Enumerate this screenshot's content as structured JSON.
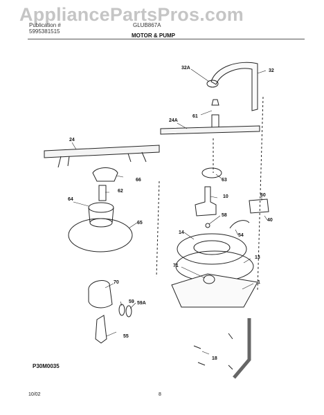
{
  "header": {
    "watermark": "AppliancePartsPros.com",
    "publication_label": "Publication #",
    "publication_number": "5995381515",
    "model": "GLUB867A",
    "section_title": "MOTOR & PUMP"
  },
  "parts": [
    "32A",
    "32",
    "61",
    "24A",
    "24",
    "66",
    "63",
    "62",
    "10",
    "60",
    "64",
    "65",
    "58",
    "54",
    "40",
    "14",
    "13",
    "71",
    "1",
    "70",
    "59",
    "59A",
    "55",
    "18"
  ],
  "figure_code": "P30M0035",
  "footer": {
    "date": "10/02",
    "page": "8"
  }
}
